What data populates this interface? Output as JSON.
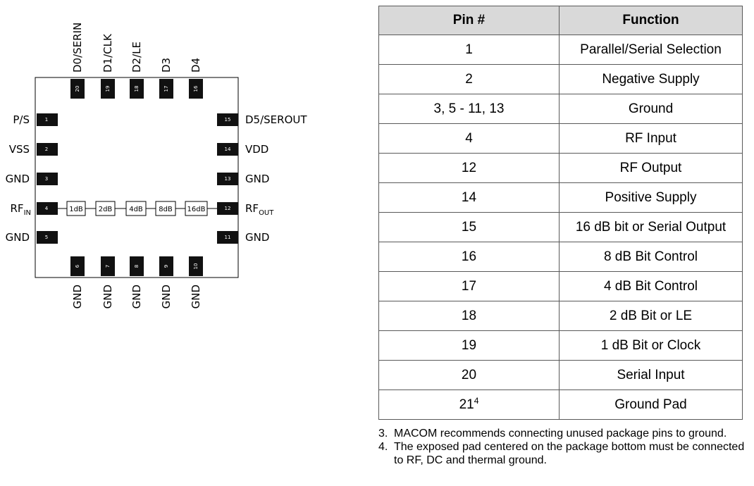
{
  "diagram": {
    "top_labels": [
      "D0/SERIN",
      "D1/CLK",
      "D2/LE",
      "D3",
      "D4"
    ],
    "top_pins": [
      "20",
      "19",
      "18",
      "17",
      "16"
    ],
    "left_labels": [
      "P/S",
      "VSS",
      "GND",
      "RF",
      "GND"
    ],
    "left_pins": [
      "1",
      "2",
      "3",
      "4",
      "5"
    ],
    "right_labels": [
      "D5/SEROUT",
      "VDD",
      "GND",
      "RF",
      "GND"
    ],
    "right_pins": [
      "15",
      "14",
      "13",
      "12",
      "11"
    ],
    "bottom_labels": [
      "GND",
      "GND",
      "GND",
      "GND",
      "GND"
    ],
    "bottom_pins": [
      "6",
      "7",
      "8",
      "9",
      "10"
    ],
    "rf_in_sub": "IN",
    "rf_out_sub": "OUT",
    "attenuators": [
      "1dB",
      "2dB",
      "4dB",
      "8dB",
      "16dB"
    ]
  },
  "table": {
    "headers": [
      "Pin #",
      "Function"
    ],
    "rows": [
      {
        "pin": "1",
        "sup": "",
        "func": "Parallel/Serial Selection"
      },
      {
        "pin": "2",
        "sup": "",
        "func": "Negative Supply"
      },
      {
        "pin": "3, 5 - 11, 13",
        "sup": "",
        "func": "Ground"
      },
      {
        "pin": "4",
        "sup": "",
        "func": "RF Input"
      },
      {
        "pin": "12",
        "sup": "",
        "func": "RF Output"
      },
      {
        "pin": "14",
        "sup": "",
        "func": "Positive Supply"
      },
      {
        "pin": "15",
        "sup": "",
        "func": "16 dB bit or Serial Output"
      },
      {
        "pin": "16",
        "sup": "",
        "func": "8 dB Bit Control"
      },
      {
        "pin": "17",
        "sup": "",
        "func": "4 dB Bit Control"
      },
      {
        "pin": "18",
        "sup": "",
        "func": "2 dB Bit or LE"
      },
      {
        "pin": "19",
        "sup": "",
        "func": "1 dB Bit or Clock"
      },
      {
        "pin": "20",
        "sup": "",
        "func": "Serial Input"
      },
      {
        "pin": "21",
        "sup": "4",
        "func": "Ground Pad"
      }
    ]
  },
  "notes": [
    {
      "num": "3.",
      "text": "MACOM recommends connecting unused package pins to ground."
    },
    {
      "num": "4.",
      "text": "The exposed pad centered on the package bottom must be connected to RF, DC and thermal ground."
    }
  ]
}
